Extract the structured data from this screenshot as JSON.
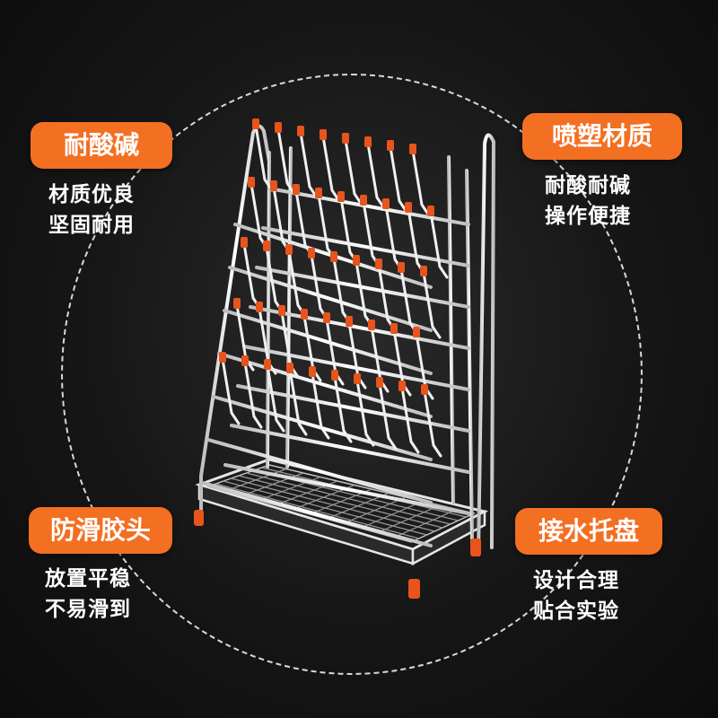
{
  "features": [
    {
      "title": "耐酸碱",
      "lines": [
        "材质优良",
        "坚固耐用"
      ]
    },
    {
      "title": "喷塑材质",
      "lines": [
        "耐酸耐碱",
        "操作便捷"
      ]
    },
    {
      "title": "防滑胶头",
      "lines": [
        "放置平稳",
        "不易滑到"
      ]
    },
    {
      "title": "接水托盘",
      "lines": [
        "设计合理",
        "贴合实验"
      ]
    }
  ],
  "colors": {
    "accent": "#f36f22",
    "tip": "#e8541c",
    "wire": "#f2f2f2"
  }
}
